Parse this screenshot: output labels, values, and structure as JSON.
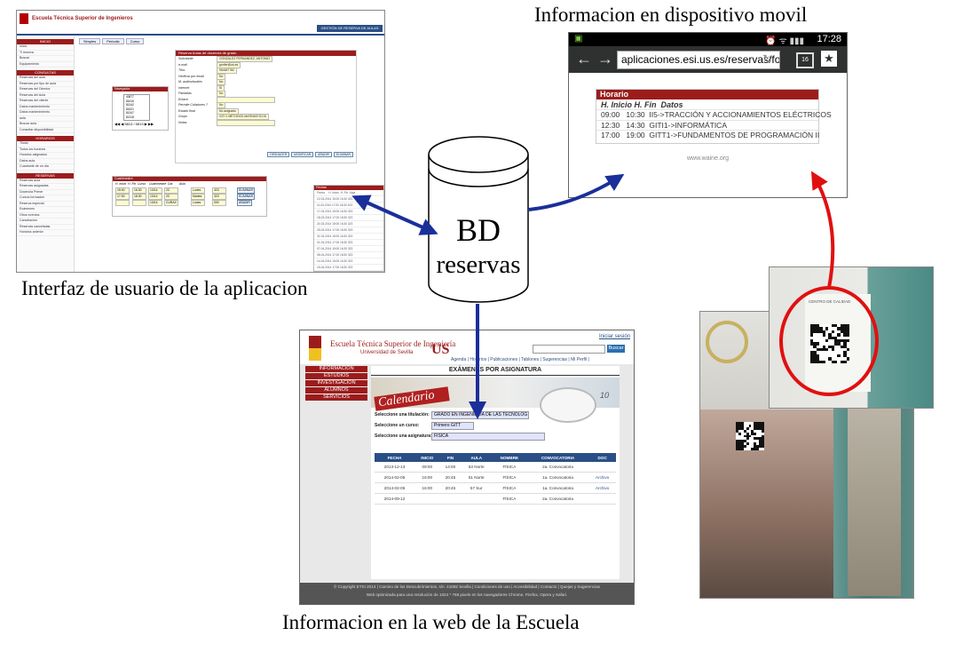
{
  "captions": {
    "top_right": "Informacion en dispositivo movil",
    "left": "Interfaz de usuario de la aplicacion",
    "bottom": "Informacion en la web de la Escuela"
  },
  "database": {
    "line1": "BD",
    "line2": "reservas"
  },
  "app_ui": {
    "brand": "Escuela Técnica Superior de Ingenieros",
    "top_button": "GESTIÓN DE RESERVA DE AULAS",
    "tabs": [
      "Simples",
      "Periodic",
      "Curso"
    ],
    "sidebar": [
      {
        "header": "INICIO",
        "items": [
          "Inicio",
          "Ti reserva",
          "Buscar",
          "Equipamiento"
        ]
      },
      {
        "header": "CONSULTAS",
        "items": [
          "Reservas del aula",
          "Reservas por tipo de aula",
          "Reservas del Director",
          "Reservas del Aula",
          "Reservas del cliente",
          "Datos mantenimiento",
          "Datos mantenimiento",
          "aula",
          "Buscar aula",
          "Consultar disponibilidad"
        ]
      },
      {
        "header": "HORARIOS",
        "items": [
          "Titular",
          "Todos los horarios",
          "Horarios asignados",
          "Datos aula",
          "Cuadrante de un día"
        ]
      },
      {
        "header": "RESERVAS",
        "items": [
          "Reservas aula",
          "Reservas asignadas",
          "Docencia Primer",
          "Cursos formación",
          "Reserva especial",
          "Exámenes",
          "Otros eventos",
          "Cancelación",
          "Reservas canceladas",
          "Horarios anterior"
        ]
      }
    ],
    "form": {
      "title": "Reserva Aulas de docencia de grado",
      "rows": [
        {
          "label": "Solicitante",
          "value": "GONZALEZ FERNANDEZ, ANTONIO"
        },
        {
          "label": "e-mail",
          "value": "gonfer@us.es"
        },
        {
          "label": "Tfno.",
          "value": "954487782"
        },
        {
          "label": "Verificar por email",
          "value": "No"
        },
        {
          "label": "M. audiovisuales",
          "value": "No"
        },
        {
          "label": "Internet",
          "value": "Si"
        },
        {
          "label": "Pantallas",
          "value": "No"
        },
        {
          "label": "Enlace",
          "value": ""
        },
        {
          "label": "Permite Colisiones ?",
          "value": "No"
        },
        {
          "label": "Estado final",
          "value": "No asignado"
        },
        {
          "label": "Grupo",
          "value": "GITI  1  MÉTODOS MATEMÁTICOS"
        },
        {
          "label": "Notas",
          "value": ""
        }
      ],
      "buttons": [
        "DESHACER",
        "MODIFICAR",
        "AÑADIR",
        "ELIMINAR"
      ]
    },
    "navigator": {
      "title": "Navegador",
      "items": [
        "40877",
        "81616",
        "81342",
        "81621",
        "81347",
        "81318"
      ],
      "pager": "5813 / 5813"
    },
    "cuatrimestre": {
      "title": "Cuatrimestre",
      "header": "H. Inicio  H. Fin  Curso    Cuatrimestre  Día        Aula",
      "rows": [
        {
          "inicio": "15:00",
          "fin": "16:30",
          "curso": "13/14",
          "cuat": "2C",
          "dia": "Lunes",
          "aula": "323",
          "btn": "ELIMINAR"
        },
        {
          "inicio": "17:00",
          "fin": "18:30",
          "curso": "13/14",
          "cuat": "2C",
          "dia": "Martes",
          "aula": "323",
          "btn": "ELIMINAR"
        },
        {
          "inicio": "",
          "fin": "",
          "curso": "13/14",
          "cuat": "CURAX",
          "dia": "Lunes",
          "aula": "000",
          "btn": "AÑADIR"
        }
      ]
    },
    "panel": {
      "title": "Fechas",
      "header": "Fecha     H. Inicio  H. Fin  Aula",
      "rows": [
        "12-03-2014 15:00  16:30  323",
        "11-03-2014 17:00  18:30  323",
        "17-03-2014 15:00  16:30  323",
        "18-03-2014 17:00  18:30  323",
        "24-03-2014 15:00  16:30  323",
        "25-03-2014 17:00  18:30  323",
        "31-03-2014 15:00  16:30  323",
        "01-04-2014 17:00  18:30  323",
        "07-04-2014 15:00  16:30  323",
        "08-04-2014 17:00  18:30  323",
        "14-04-2014 15:00  16:30  323",
        "15-04-2014 17:00  18:30  323",
        "21-04-2014 15:00  16:30  323",
        "22-04-2014 17:00  18:30  323"
      ]
    }
  },
  "mobile": {
    "time": "17:28",
    "url": "aplicaciones.esi.us.es/reservas/form.php?",
    "tabs_count": "16",
    "panel_title": "Horario",
    "headers": "H. Inicio H. Fin  Datos",
    "rows": [
      {
        "inicio": "09:00",
        "fin": "10:30",
        "datos": "II5->TRACCIÓN Y ACCIONAMIENTOS ELÉCTRICOS"
      },
      {
        "inicio": "12:30",
        "fin": "14:30",
        "datos": "GITI1->INFORMÁTICA"
      },
      {
        "inicio": "17:00",
        "fin": "19:00",
        "datos": "GITT1->FUNDAMENTOS DE PROGRAMACIÓN II"
      }
    ],
    "footer": "www.waine.org"
  },
  "web": {
    "brand": "Escuela Técnica Superior de Ingeniería",
    "sub": "Universidad de Sevilla",
    "logo_text": "US",
    "login": "Iniciar sesión",
    "search_btn": "Buscar",
    "links": "Agenda | Horarios | Publicaciones | Tablones | Sugerencias | Mi Perfil |",
    "menu": [
      "INFORMACIÓN",
      "ESTUDIOS",
      "INVESTIGACIÓN",
      "ALUMNOS",
      "SERVICIOS"
    ],
    "title": "EXÁMENES POR ASIGNATURA",
    "banner_text": "Calendario",
    "banner_num": "10",
    "labels": {
      "titulacion": "Seleccione una titulación:",
      "curso": "Seleccione un curso:",
      "asignatura": "Seleccione una asignatura:"
    },
    "values": {
      "titulacion": "GRADO EN INGENIERÍA DE LAS TECNOLOG",
      "curso": "Primero GITT",
      "asignatura": "FÍSICA"
    },
    "table": {
      "headers": [
        "FECHA",
        "INICIO",
        "FIN",
        "AULA",
        "NOMBRE",
        "CONVOCATORIA",
        "DOC"
      ],
      "rows": [
        [
          "2013-12-13",
          "09:00",
          "14:00",
          "53 Norte",
          "FÍSICA",
          "2a. Convocatoria",
          ""
        ],
        [
          "2014-02-05",
          "16:00",
          "20:45",
          "51 Norte",
          "FÍSICA",
          "1a. Convocatoria",
          "Archivo"
        ],
        [
          "2014-02-05",
          "16:00",
          "20:45",
          "57 Sur",
          "FÍSICA",
          "1a. Convocatoria",
          "Archivo"
        ],
        [
          "2014-09-12",
          "",
          "",
          "",
          "FÍSICA",
          "2a. Convocatoria",
          ""
        ]
      ]
    },
    "footer1": "© Copyright ETSI 2014 | Camino de los Descubrimientos, s/n. 41092 Sevilla | Condiciones de uso | Accesibilidad | Contacto | Quejas y Sugerencias",
    "footer2": "Web optimizada para una resolución de 1024 * 768 pixels en los navegadores Chrome, Firefox, Opera y Safari."
  },
  "photo": {
    "sign_text": "CENTRO DE CALIDAD"
  },
  "colors": {
    "arrow_blue": "#1a2f9a",
    "highlight_red": "#e01010",
    "brand_red": "#9c1c1c"
  }
}
